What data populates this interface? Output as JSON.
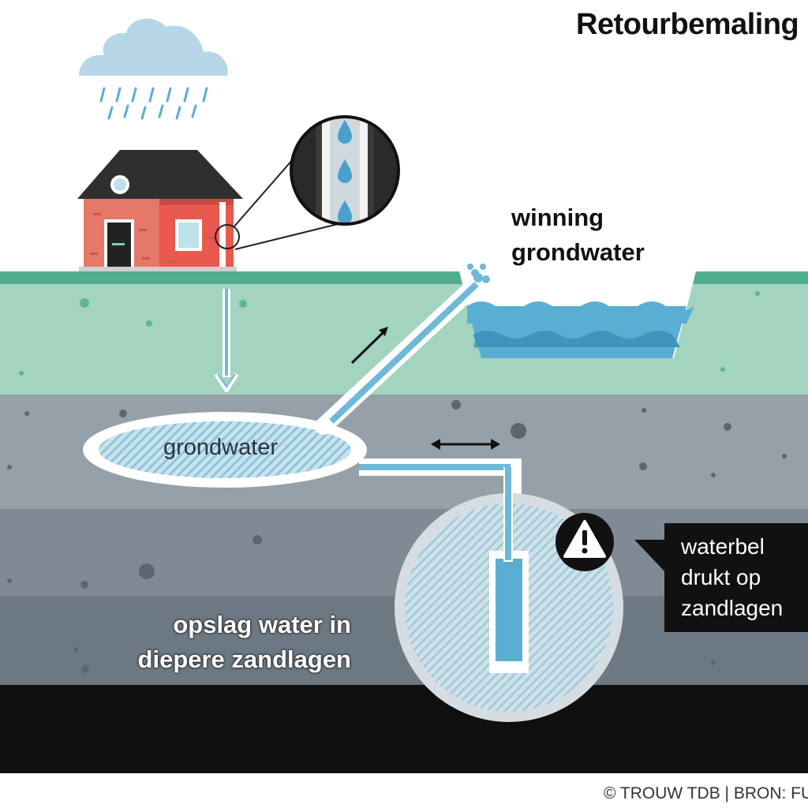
{
  "title": "Retourbemaling",
  "labels": {
    "extraction": "winning\ngrondwater",
    "groundwater": "grondwater",
    "storage": "opslag water in\ndiepere zandlagen",
    "callout": "waterbel\ndrukt op\nzandlagen"
  },
  "credit": "© TROUW TDB | BRON: FUGRO",
  "icons": [
    "rain-cloud-icon",
    "house-icon",
    "pipe-magnifier-icon",
    "warning-icon",
    "arrow-up-right-icon",
    "double-arrow-icon"
  ],
  "colors": {
    "ground_surface": "#4fae8c",
    "topsoil": "#a3d4c0",
    "layer_1": "#96a0a8",
    "layer_2": "#7f8a94",
    "layer_3": "#6c7882",
    "bedrock": "#101010",
    "water": "#5aaed2",
    "house": "#e57868",
    "roof": "#2f2f2f"
  }
}
